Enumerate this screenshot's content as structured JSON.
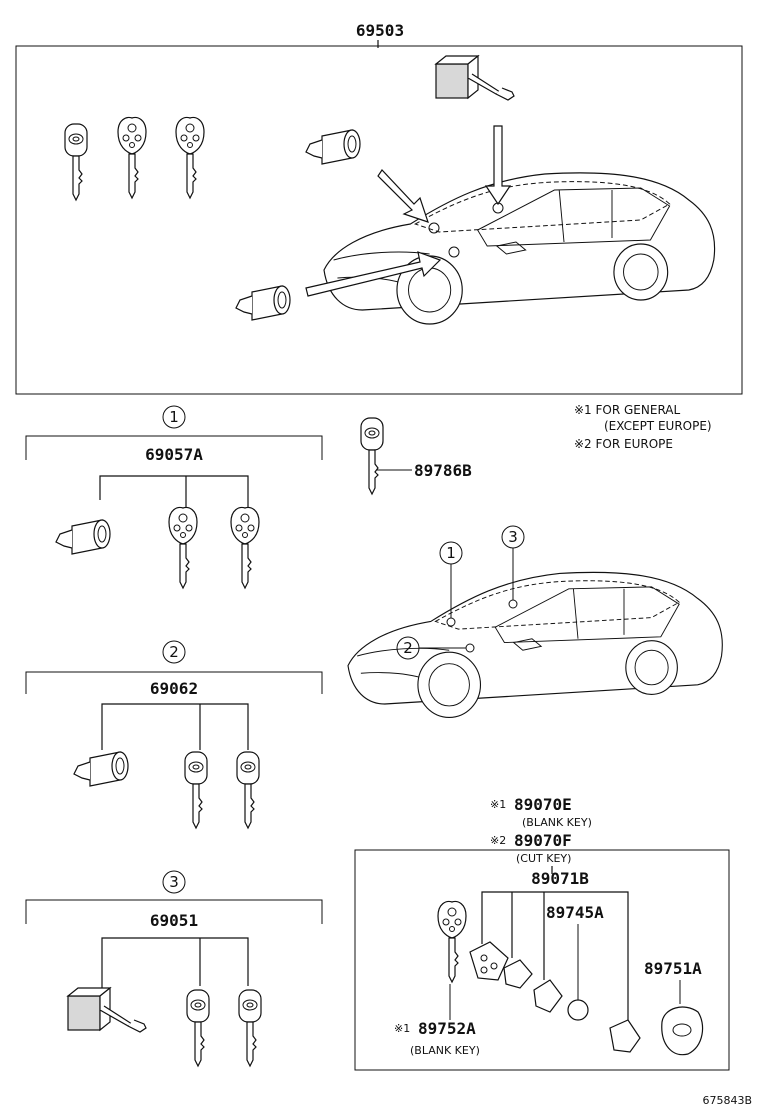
{
  "parts": {
    "main_set": "69503",
    "set1": "69057A",
    "set2": "69062",
    "set3": "69051",
    "key_89786": "89786B",
    "key_set": "89070E",
    "key_set_note": "(BLANK KEY)",
    "key_set_eu": "89070F",
    "key_set_eu_note": "(CUT KEY)",
    "transmitter": "89071B",
    "battery": "89745A",
    "cover": "89751A",
    "blank_key": "89752A",
    "blank_key_note": "(BLANK KEY)"
  },
  "markers": {
    "m1": "1",
    "m2": "2",
    "m3": "3"
  },
  "ref_marks": {
    "r1": "※1",
    "r2": "※2",
    "r3": "※1"
  },
  "legend": {
    "line1": "※1 FOR GENERAL",
    "line2": "(EXCEPT EUROPE)",
    "line3": "※2 FOR EUROPE"
  },
  "footer": {
    "code": "675843B"
  }
}
